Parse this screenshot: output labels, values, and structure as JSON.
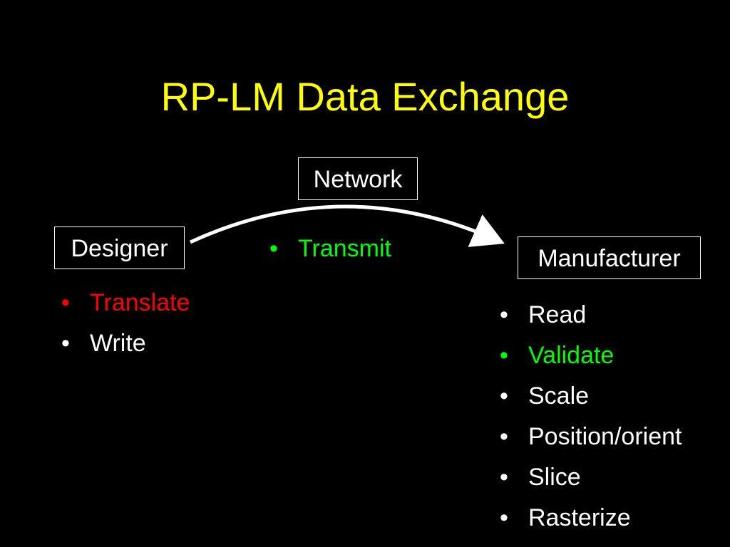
{
  "slide": {
    "title": "RP-LM Data Exchange",
    "title_color": "#ffff00",
    "background": "#000000"
  },
  "boxes": {
    "network": "Network",
    "designer": "Designer",
    "manufacturer": "Manufacturer"
  },
  "network_bullets": [
    {
      "text": "Transmit",
      "color": "#00ff00"
    }
  ],
  "designer_bullets": [
    {
      "text": "Translate",
      "color": "#ff0000"
    },
    {
      "text": "Write",
      "color": "#ffffff"
    }
  ],
  "manufacturer_bullets": [
    {
      "text": "Read",
      "color": "#ffffff"
    },
    {
      "text": "Validate",
      "color": "#00ff00"
    },
    {
      "text": "Scale",
      "color": "#ffffff"
    },
    {
      "text": "Position/orient",
      "color": "#ffffff"
    },
    {
      "text": "Slice",
      "color": "#ffffff"
    },
    {
      "text": "Rasterize",
      "color": "#ffffff"
    }
  ],
  "bullet_glyph": "•"
}
